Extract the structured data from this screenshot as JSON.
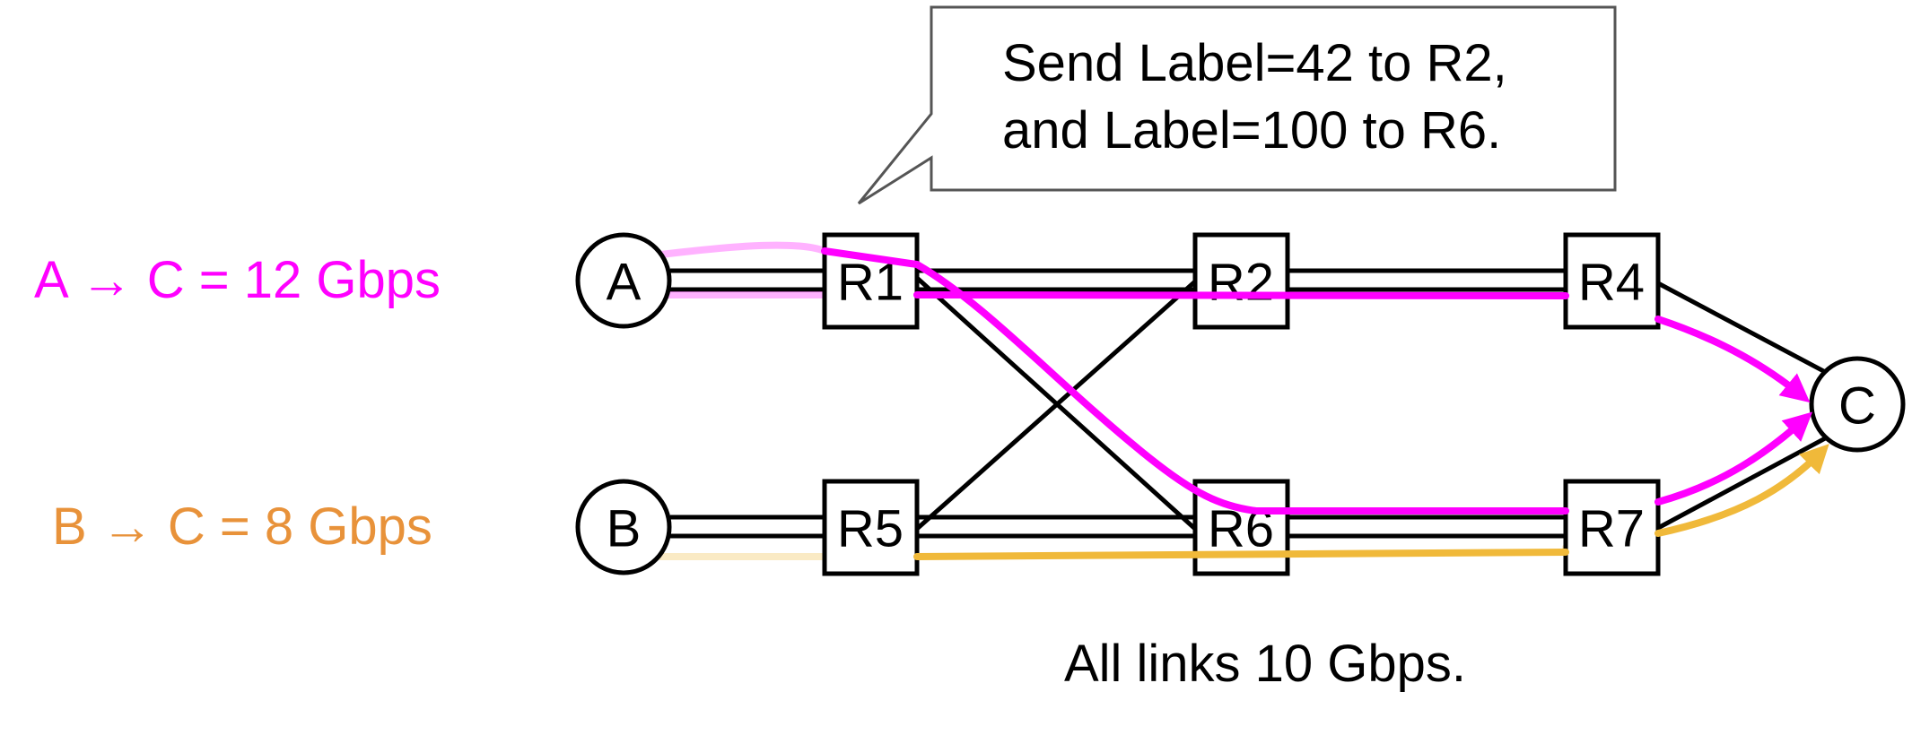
{
  "colors": {
    "flow_a": "#ff00ff",
    "flow_b": "#f0b93a",
    "demand_b_text": "#e8923a",
    "callout_border": "#555555"
  },
  "demands": {
    "a_to_c": "A → C = 12 Gbps",
    "b_to_c": "B → C = 8 Gbps"
  },
  "callout": {
    "line1": "Send Label=42 to R2,",
    "line2": "and Label=100 to R6."
  },
  "note": "All links 10 Gbps.",
  "nodes": {
    "A": "A",
    "B": "B",
    "C": "C",
    "R1": "R1",
    "R2": "R2",
    "R4": "R4",
    "R5": "R5",
    "R6": "R6",
    "R7": "R7"
  },
  "links": [
    [
      "A",
      "R1"
    ],
    [
      "R1",
      "R2"
    ],
    [
      "R2",
      "R4"
    ],
    [
      "R4",
      "C"
    ],
    [
      "R1",
      "R6"
    ],
    [
      "R5",
      "R2"
    ],
    [
      "B",
      "R5"
    ],
    [
      "R5",
      "R6"
    ],
    [
      "R6",
      "R7"
    ],
    [
      "R7",
      "C"
    ]
  ],
  "flows": {
    "a_to_c": {
      "paths": [
        [
          "A",
          "R1",
          "R2",
          "R4",
          "C"
        ],
        [
          "A",
          "R1",
          "R6",
          "R7",
          "C"
        ]
      ]
    },
    "b_to_c": {
      "paths": [
        [
          "B",
          "R5",
          "R6",
          "R7",
          "C"
        ]
      ]
    }
  }
}
